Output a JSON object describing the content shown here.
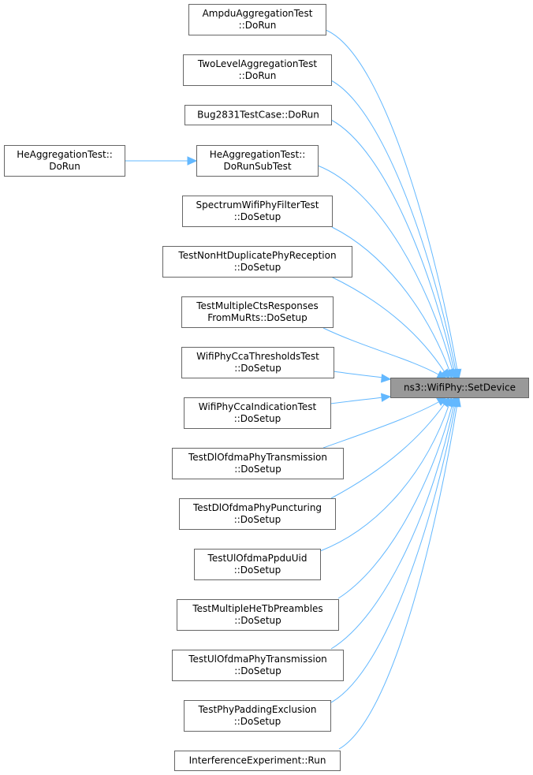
{
  "diagram": {
    "target": {
      "id": "target",
      "lines": [
        "ns3::WifiPhy::SetDevice"
      ]
    },
    "nodes": [
      {
        "id": "n1",
        "lines": [
          "AmpduAggregationTest",
          "::DoRun"
        ],
        "to": "target"
      },
      {
        "id": "n2",
        "lines": [
          "TwoLevelAggregationTest",
          "::DoRun"
        ],
        "to": "target"
      },
      {
        "id": "n3",
        "lines": [
          "Bug2831TestCase::DoRun"
        ],
        "to": "target"
      },
      {
        "id": "n4",
        "lines": [
          "HeAggregationTest::",
          "DoRunSubTest"
        ],
        "to": "target"
      },
      {
        "id": "n0",
        "lines": [
          "HeAggregationTest::",
          "DoRun"
        ],
        "to": "n4"
      },
      {
        "id": "n5",
        "lines": [
          "SpectrumWifiPhyFilterTest",
          "::DoSetup"
        ],
        "to": "target"
      },
      {
        "id": "n6",
        "lines": [
          "TestNonHtDuplicatePhyReception",
          "::DoSetup"
        ],
        "to": "target"
      },
      {
        "id": "n7",
        "lines": [
          "TestMultipleCtsResponses",
          "FromMuRts::DoSetup"
        ],
        "to": "target"
      },
      {
        "id": "n8",
        "lines": [
          "WifiPhyCcaThresholdsTest",
          "::DoSetup"
        ],
        "to": "target"
      },
      {
        "id": "n9",
        "lines": [
          "WifiPhyCcaIndicationTest",
          "::DoSetup"
        ],
        "to": "target"
      },
      {
        "id": "n10",
        "lines": [
          "TestDlOfdmaPhyTransmission",
          "::DoSetup"
        ],
        "to": "target"
      },
      {
        "id": "n11",
        "lines": [
          "TestDlOfdmaPhyPuncturing",
          "::DoSetup"
        ],
        "to": "target"
      },
      {
        "id": "n12",
        "lines": [
          "TestUlOfdmaPpduUid",
          "::DoSetup"
        ],
        "to": "target"
      },
      {
        "id": "n13",
        "lines": [
          "TestMultipleHeTbPreambles",
          "::DoSetup"
        ],
        "to": "target"
      },
      {
        "id": "n14",
        "lines": [
          "TestUlOfdmaPhyTransmission",
          "::DoSetup"
        ],
        "to": "target"
      },
      {
        "id": "n15",
        "lines": [
          "TestPhyPaddingExclusion",
          "::DoSetup"
        ],
        "to": "target"
      },
      {
        "id": "n16",
        "lines": [
          "InterferenceExperiment::Run"
        ],
        "to": "target"
      }
    ]
  }
}
